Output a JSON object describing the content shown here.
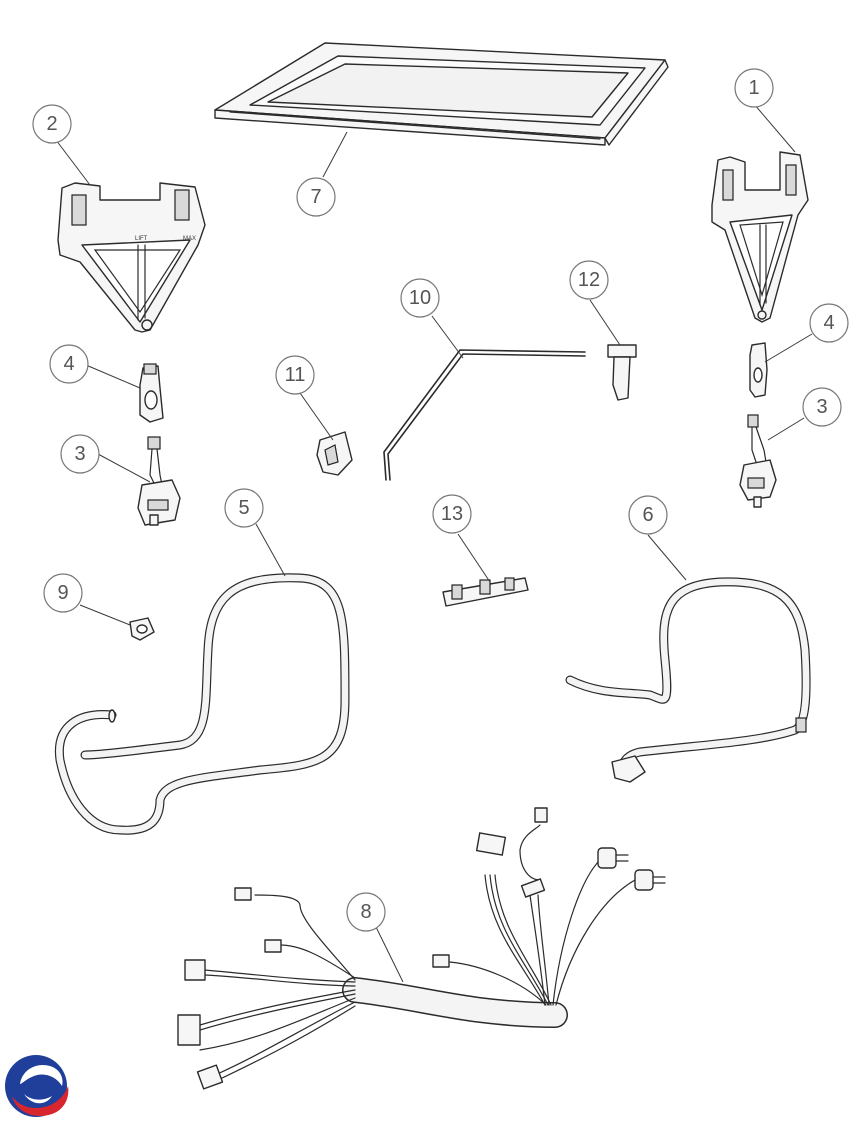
{
  "diagram": {
    "callouts": [
      {
        "id": "c1",
        "label": "1"
      },
      {
        "id": "c2",
        "label": "2"
      },
      {
        "id": "c3a",
        "label": "3"
      },
      {
        "id": "c3b",
        "label": "3"
      },
      {
        "id": "c4a",
        "label": "4"
      },
      {
        "id": "c4b",
        "label": "4"
      },
      {
        "id": "c5",
        "label": "5"
      },
      {
        "id": "c6",
        "label": "6"
      },
      {
        "id": "c7",
        "label": "7"
      },
      {
        "id": "c8",
        "label": "8"
      },
      {
        "id": "c9",
        "label": "9"
      },
      {
        "id": "c10",
        "label": "10"
      },
      {
        "id": "c11",
        "label": "11"
      },
      {
        "id": "c12",
        "label": "12"
      },
      {
        "id": "c13",
        "label": "13"
      }
    ],
    "part_markings": {
      "bracket_left_text": "LIFT",
      "bracket_right_text": "MAX"
    },
    "colors": {
      "logo_blue": "#1f3f9a",
      "logo_red": "#d8262f"
    },
    "logo_icon": "brand-logo-icon"
  }
}
